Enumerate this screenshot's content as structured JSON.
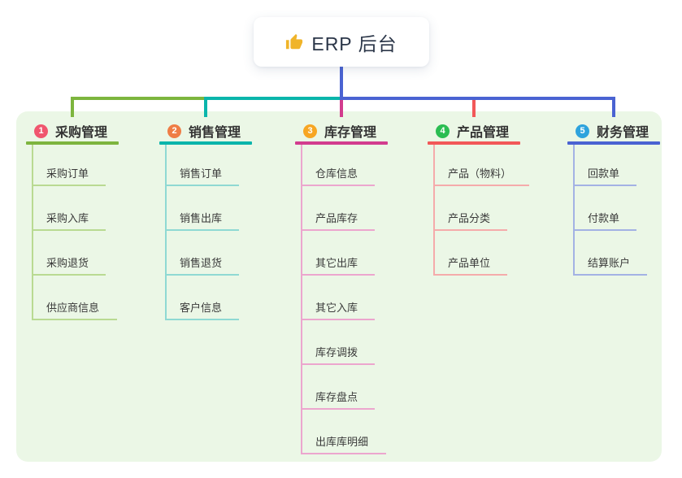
{
  "root": {
    "label": "ERP 后台",
    "icon": "thumbs-up"
  },
  "colors": {
    "panel_background": "#ebf7e6",
    "root_connector": "#4a63d2",
    "root_text": "#2b3648",
    "thumb_yellow": "#f0b429",
    "branch_text": "#333333",
    "child_text": "#3a3a3a"
  },
  "branches": [
    {
      "num": "1",
      "label": "采购管理",
      "badge_color": "#f0566e",
      "line_color": "#7db53e",
      "light_color": "#b9da92",
      "children": [
        "采购订单",
        "采购入库",
        "采购退货",
        "供应商信息"
      ]
    },
    {
      "num": "2",
      "label": "销售管理",
      "badge_color": "#ef7d45",
      "line_color": "#0ab5ab",
      "light_color": "#8fd9d3",
      "children": [
        "销售订单",
        "销售出库",
        "销售退货",
        "客户信息"
      ]
    },
    {
      "num": "3",
      "label": "库存管理",
      "badge_color": "#f7a623",
      "line_color": "#d23c8e",
      "light_color": "#eca6ce",
      "children": [
        "仓库信息",
        "产品库存",
        "其它出库",
        "其它入库",
        "库存调拨",
        "库存盘点",
        "出库库明细"
      ]
    },
    {
      "num": "4",
      "label": "产品管理",
      "badge_color": "#2bbd52",
      "line_color": "#f25858",
      "light_color": "#f5abab",
      "children": [
        "产品（物料）",
        "产品分类",
        "产品单位"
      ]
    },
    {
      "num": "5",
      "label": "财务管理",
      "badge_color": "#2ea3dd",
      "line_color": "#4a63d2",
      "light_color": "#a3b2e4",
      "children": [
        "回款单",
        "付款单",
        "结算账户"
      ]
    }
  ]
}
